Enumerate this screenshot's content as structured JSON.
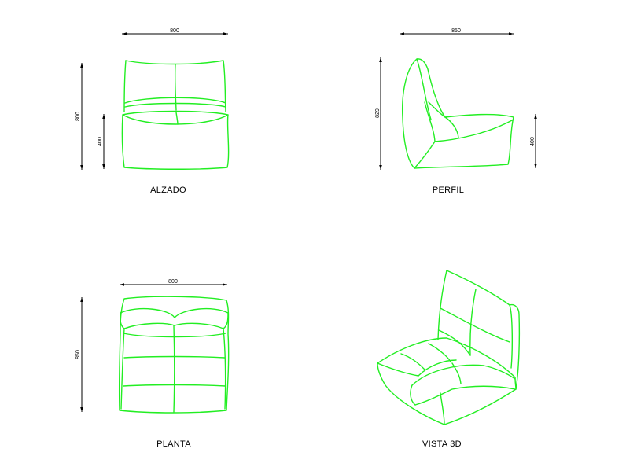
{
  "colors": {
    "outline": "#22ee22",
    "dimension": "#000000",
    "background": "#ffffff"
  },
  "views": {
    "alzado": {
      "label": "ALZADO",
      "width": "800",
      "height": "800",
      "seat_height": "400"
    },
    "perfil": {
      "label": "PERFIL",
      "depth": "850",
      "height": "829",
      "seat_height": "400"
    },
    "planta": {
      "label": "PLANTA",
      "width": "800",
      "depth": "850"
    },
    "vista_3d": {
      "label": "VISTA 3D"
    }
  }
}
